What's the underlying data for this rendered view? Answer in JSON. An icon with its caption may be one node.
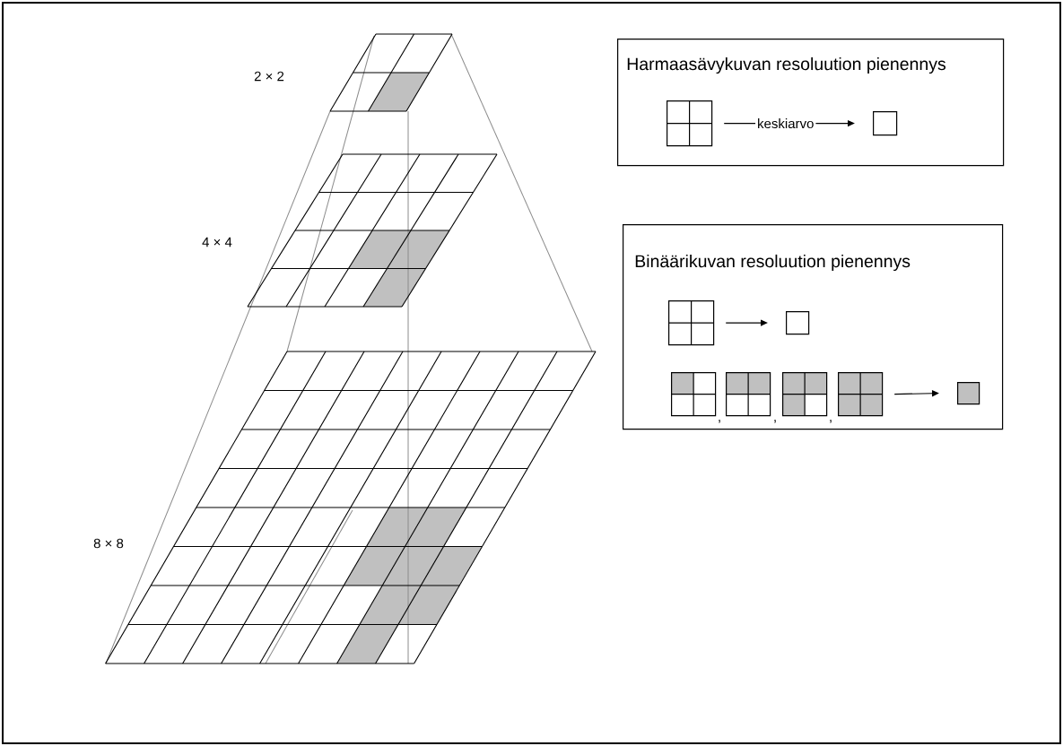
{
  "diagram": {
    "nodes": [
      {
        "text": [
          "Harmaasävykuvan resoluution pienennys"
        ]
      },
      {
        "text": [],
        "shape": "grid",
        "in": 0
      },
      {
        "text": [],
        "shape": "box",
        "in": 0
      },
      {
        "text": [
          "Binäärikuvan resoluution pienennys"
        ]
      },
      {
        "text": [],
        "shape": "grid",
        "in": 3
      },
      {
        "text": [],
        "shape": "box",
        "in": 3
      },
      {
        "text": [],
        "shape": "grid",
        "in": 3
      },
      {
        "text": [],
        "shape": "grid",
        "in": 3
      },
      {
        "text": [],
        "shape": "grid",
        "in": 3
      },
      {
        "text": [],
        "shape": "grid",
        "in": 3
      },
      {
        "text": [],
        "shape": "box",
        "in": 3
      }
    ],
    "edges": [
      {
        "from": 1,
        "to": 2,
        "arrow": "to",
        "label": "keskiarvo"
      },
      {
        "from": 4,
        "to": 5,
        "arrow": "to"
      },
      {
        "from": 9,
        "to": 10,
        "arrow": "to"
      }
    ],
    "labels": [
      "2 × 2",
      "4 × 4",
      "8 × 8",
      ",",
      ",",
      ","
    ]
  }
}
